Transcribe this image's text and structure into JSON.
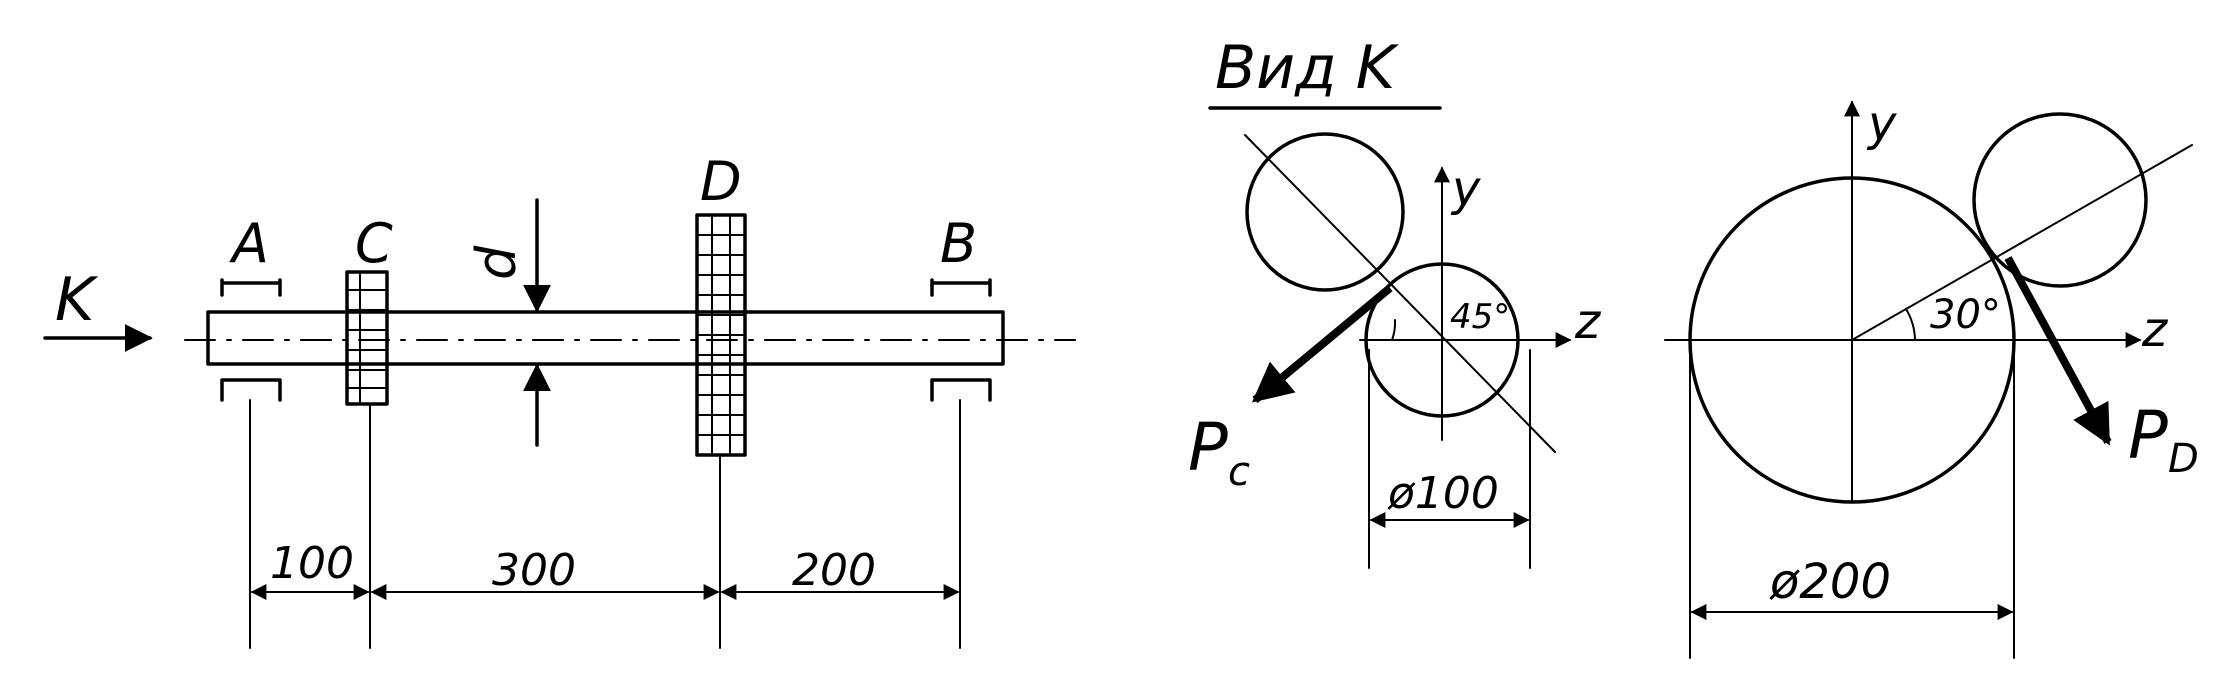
{
  "left_view": {
    "direction_label": "K",
    "support_a": "A",
    "gear_c": "C",
    "diameter_label": "d",
    "gear_d": "D",
    "support_b": "B",
    "dims": [
      "100",
      "300",
      "200"
    ]
  },
  "view_k": {
    "title": "Вид K",
    "small_gear": {
      "y_axis": "y",
      "z_axis": "z",
      "angle": "45°",
      "diameter": "ø100",
      "force_main": "P",
      "force_sub": "c"
    },
    "large_gear": {
      "y_axis": "y",
      "z_axis": "z",
      "angle": "30°",
      "diameter": "ø200",
      "force_main": "P",
      "force_sub": "D"
    }
  }
}
